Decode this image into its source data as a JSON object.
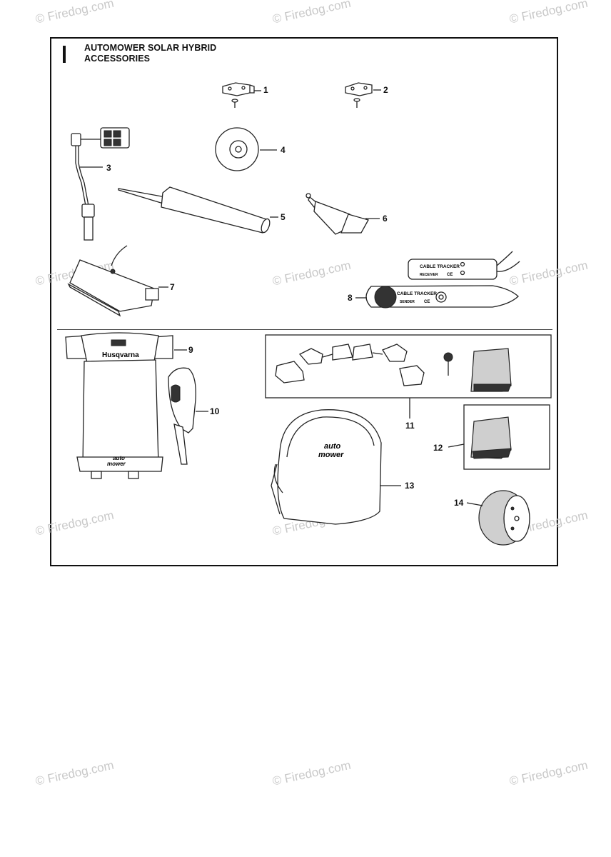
{
  "title_line1": "AUTOMOWER SOLAR HYBRID",
  "title_line2": "ACCESSORIES",
  "watermark": "© Firedog.com",
  "callouts": [
    "1",
    "2",
    "3",
    "4",
    "5",
    "6",
    "7",
    "8",
    "9",
    "10",
    "11",
    "12",
    "13",
    "14"
  ],
  "brand_label": "Husqvarna",
  "mower_label_1": "auto",
  "mower_label_2": "mower",
  "tracker_label": "CABLE TRACKER",
  "receiver_label": "RECEIVER",
  "sender_label": "SENDER",
  "ce_mark": "CE"
}
